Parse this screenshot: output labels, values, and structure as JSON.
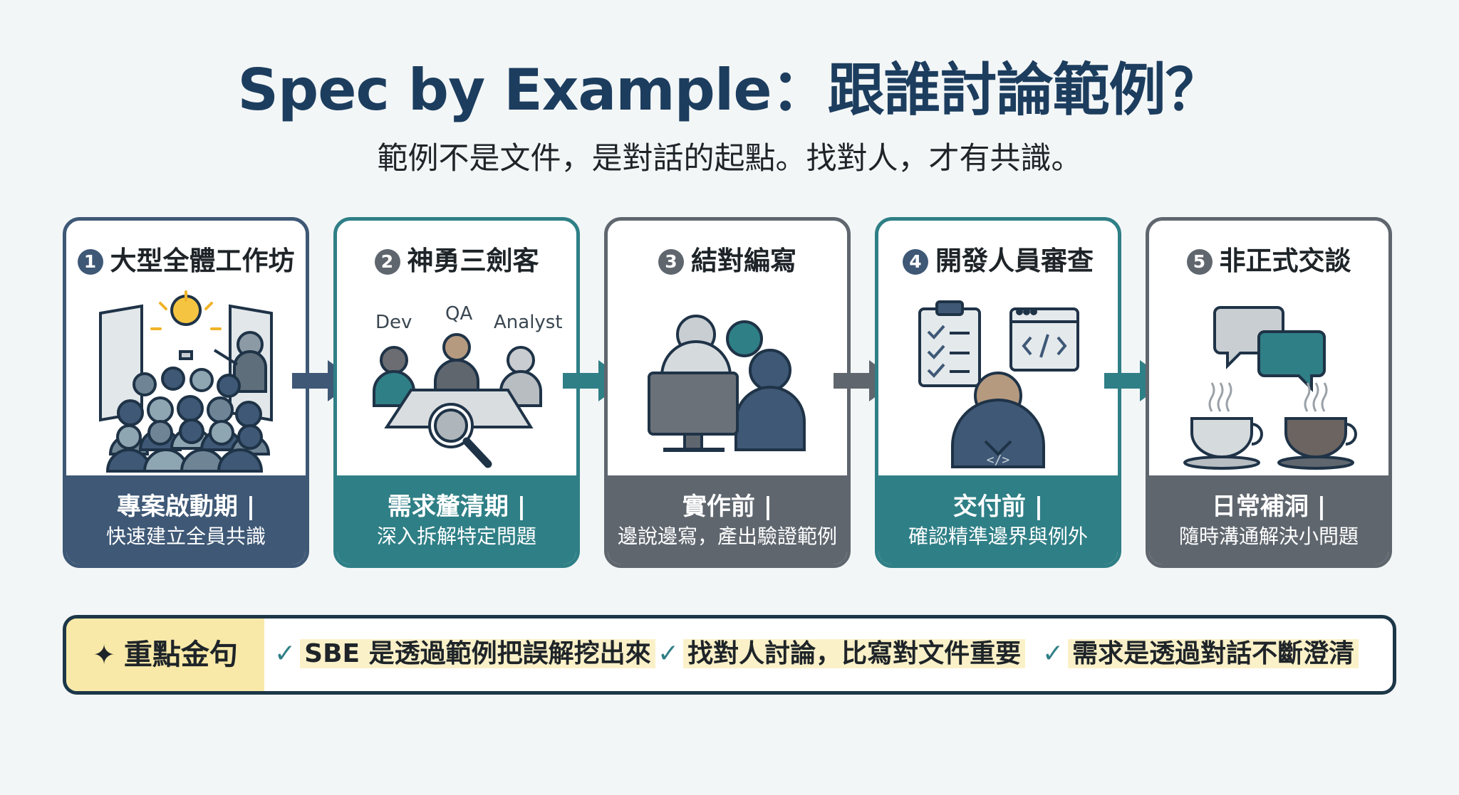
{
  "title": "Spec by Example：跟誰討論範例？",
  "subtitle": "範例不是文件，是對話的起點。找對人，才有共識。",
  "colors": {
    "navy": "#3e5876",
    "teal": "#2f7f86",
    "slate": "#5f666e",
    "highlight": "#f8e9a8"
  },
  "cards": [
    {
      "number": "1",
      "title": "大型全體工作坊",
      "foot_title": "專案啟動期 |",
      "foot_desc": "快速建立全員共識",
      "icon": "workshop-icon"
    },
    {
      "number": "2",
      "title": "神勇三劍客",
      "foot_title": "需求釐清期 |",
      "foot_desc": "深入拆解特定問題",
      "icon": "three-amigos-icon",
      "roles": [
        "Dev",
        "QA",
        "Analyst"
      ]
    },
    {
      "number": "3",
      "title": "結對編寫",
      "foot_title": "實作前 |",
      "foot_desc": "邊說邊寫，產出驗證範例",
      "icon": "pair-writing-icon"
    },
    {
      "number": "4",
      "title": "開發人員審查",
      "foot_title": "交付前 |",
      "foot_desc": "確認精準邊界與例外",
      "icon": "developer-review-icon"
    },
    {
      "number": "5",
      "title": "非正式交談",
      "foot_title": "日常補洞 |",
      "foot_desc": "隨時溝通解決小問題",
      "icon": "coffee-chat-icon"
    }
  ],
  "key_quotes": {
    "label": "重點金句",
    "items": [
      "SBE 是透過範例把誤解挖出來",
      "找對人討論，比寫對文件重要",
      "需求是透過對話不斷澄清"
    ]
  }
}
